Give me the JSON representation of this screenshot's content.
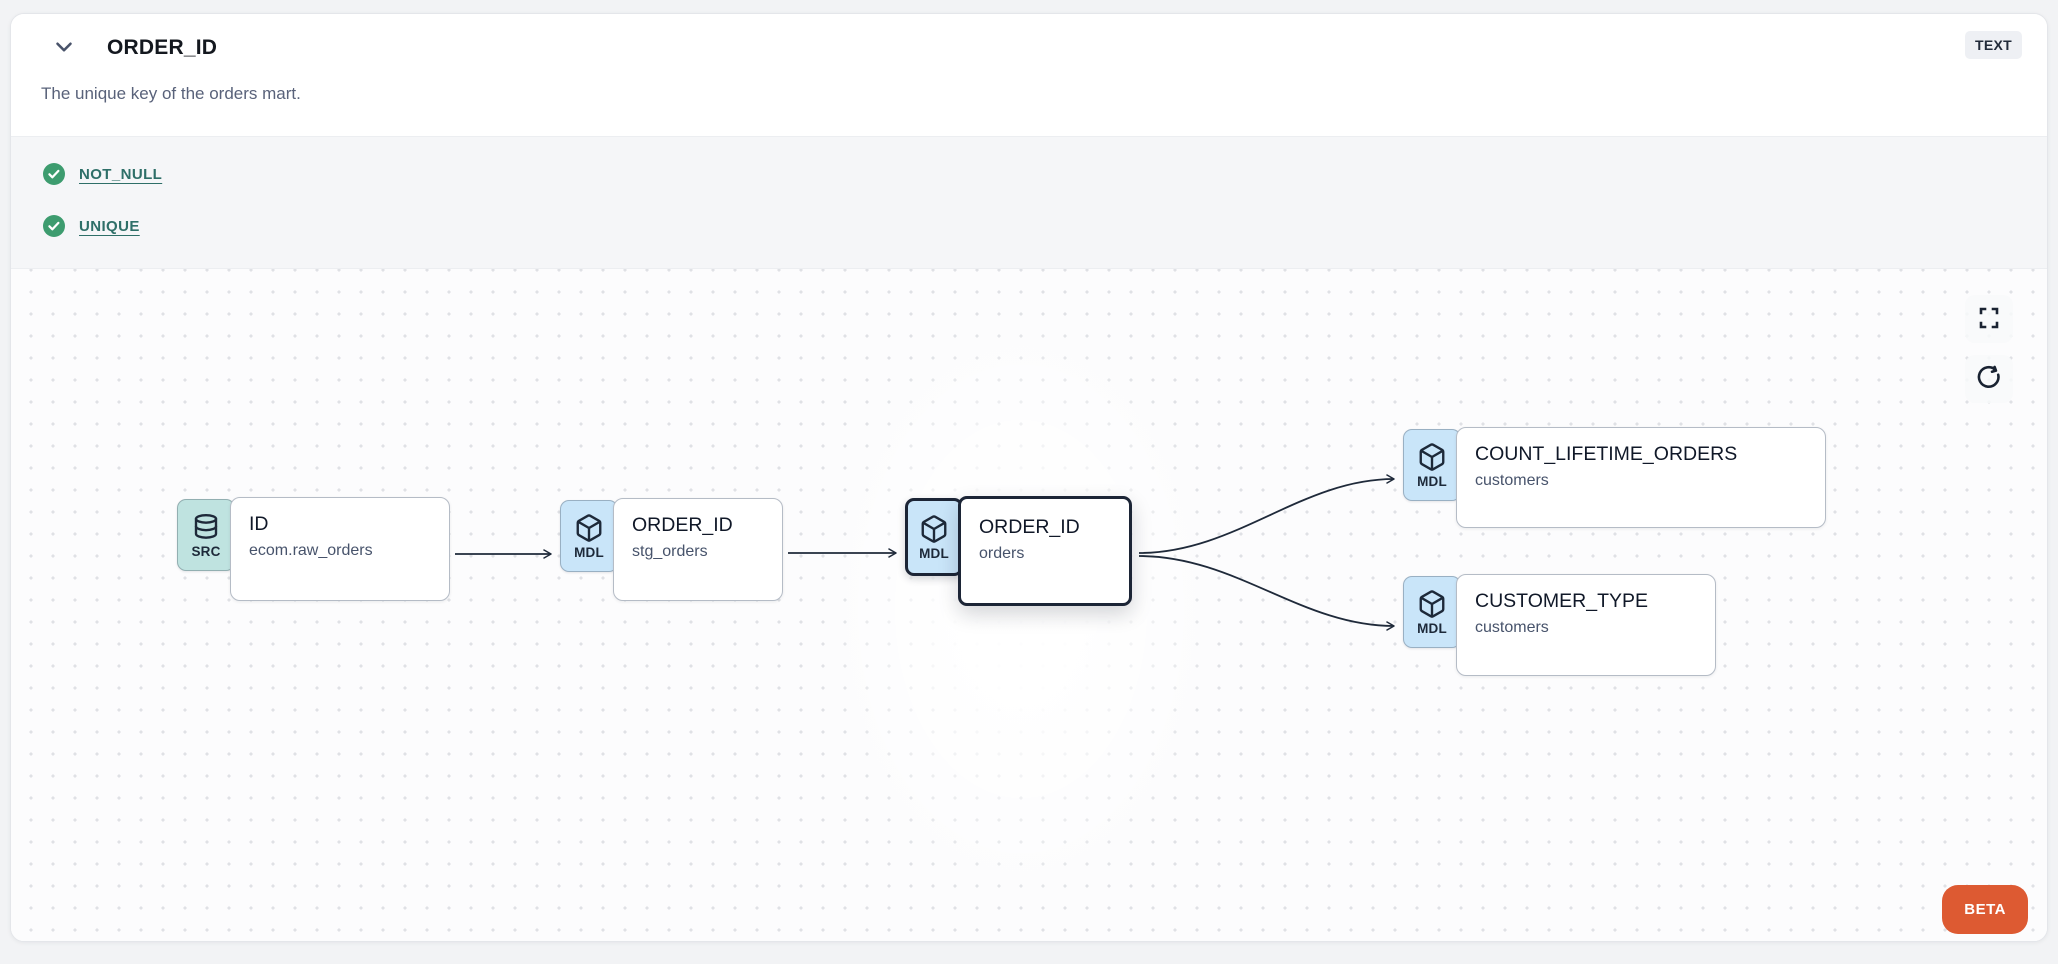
{
  "header": {
    "title": "ORDER_ID",
    "type_badge": "TEXT",
    "description": "The unique key of the orders mart."
  },
  "tests": {
    "items": [
      {
        "label": "NOT_NULL",
        "status": "pass",
        "icon": "check-circle-icon"
      },
      {
        "label": "UNIQUE",
        "status": "pass",
        "icon": "check-circle-icon"
      }
    ]
  },
  "lineage": {
    "nodes": [
      {
        "kind": "SRC",
        "icon": "database-icon",
        "title": "ID",
        "subtitle": "ecom.raw_orders",
        "selected": false
      },
      {
        "kind": "MDL",
        "icon": "cube-icon",
        "title": "ORDER_ID",
        "subtitle": "stg_orders",
        "selected": false
      },
      {
        "kind": "MDL",
        "icon": "cube-icon",
        "title": "ORDER_ID",
        "subtitle": "orders",
        "selected": true
      },
      {
        "kind": "MDL",
        "icon": "cube-icon",
        "title": "COUNT_LIFETIME_ORDERS",
        "subtitle": "customers",
        "selected": false
      },
      {
        "kind": "MDL",
        "icon": "cube-icon",
        "title": "CUSTOMER_TYPE",
        "subtitle": "customers",
        "selected": false
      }
    ],
    "controls": [
      {
        "name": "fullscreen",
        "icon": "fullscreen-icon"
      },
      {
        "name": "refresh",
        "icon": "refresh-icon"
      }
    ],
    "beta_label": "BETA"
  },
  "colors": {
    "accent_orange": "#DD5A32",
    "test_pass_green": "#3D9C6F",
    "link_teal": "#2E6F68",
    "src_badge_fill": "#BFE3E0",
    "mdl_badge_fill": "#C9E5F9",
    "selected_border": "#1C2536",
    "edge_stroke": "#1F2A3A"
  }
}
